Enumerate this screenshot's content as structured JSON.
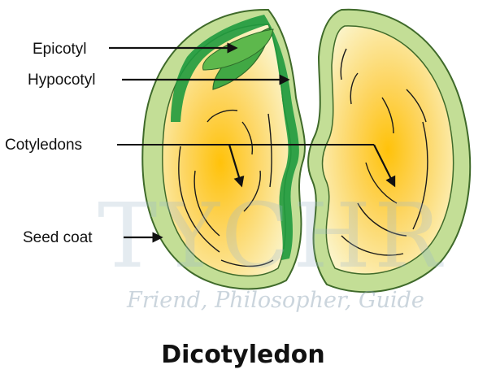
{
  "title": "Dicotyledon",
  "labels": {
    "epicotyl": "Epicotyl",
    "hypocotyl": "Hypocotyl",
    "cotyledons": "Cotyledons",
    "seed_coat": "Seed coat"
  },
  "watermark": {
    "brand": "TYCHR",
    "tagline": "Friend, Philosopher, Guide"
  },
  "colors": {
    "seed_coat": "#c2dd94",
    "seed_coat_stroke": "#3f6a2a",
    "cotyledon_center": "#ffca12",
    "cotyledon_edge": "#fbf1bb",
    "embryo_green": "#1f9a3e",
    "arrow": "#111111"
  }
}
